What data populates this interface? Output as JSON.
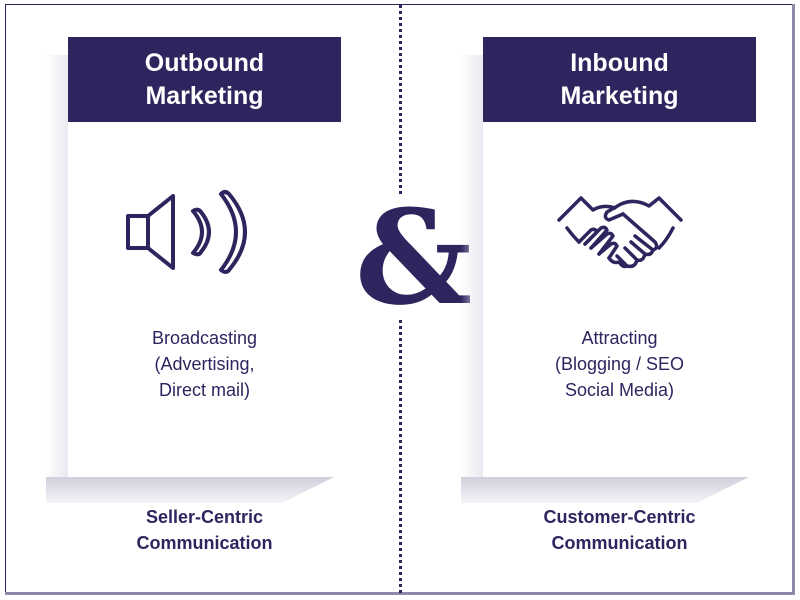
{
  "colors": {
    "primary": "#30245f",
    "background": "#ffffff",
    "header_text": "#ffffff"
  },
  "connector": {
    "symbol": "&"
  },
  "cards": [
    {
      "title_lines": [
        "Outbound",
        "Marketing"
      ],
      "icon": "speaker-icon",
      "description_lines": [
        "Broadcasting",
        "(Advertising,",
        "Direct mail)"
      ],
      "caption_lines": [
        "Seller-Centric",
        "Communication"
      ]
    },
    {
      "title_lines": [
        "Inbound",
        "Marketing"
      ],
      "icon": "handshake-icon",
      "description_lines": [
        "Attracting",
        "(Blogging / SEO",
        "Social Media)"
      ],
      "caption_lines": [
        "Customer-Centric",
        "Communication"
      ]
    }
  ]
}
